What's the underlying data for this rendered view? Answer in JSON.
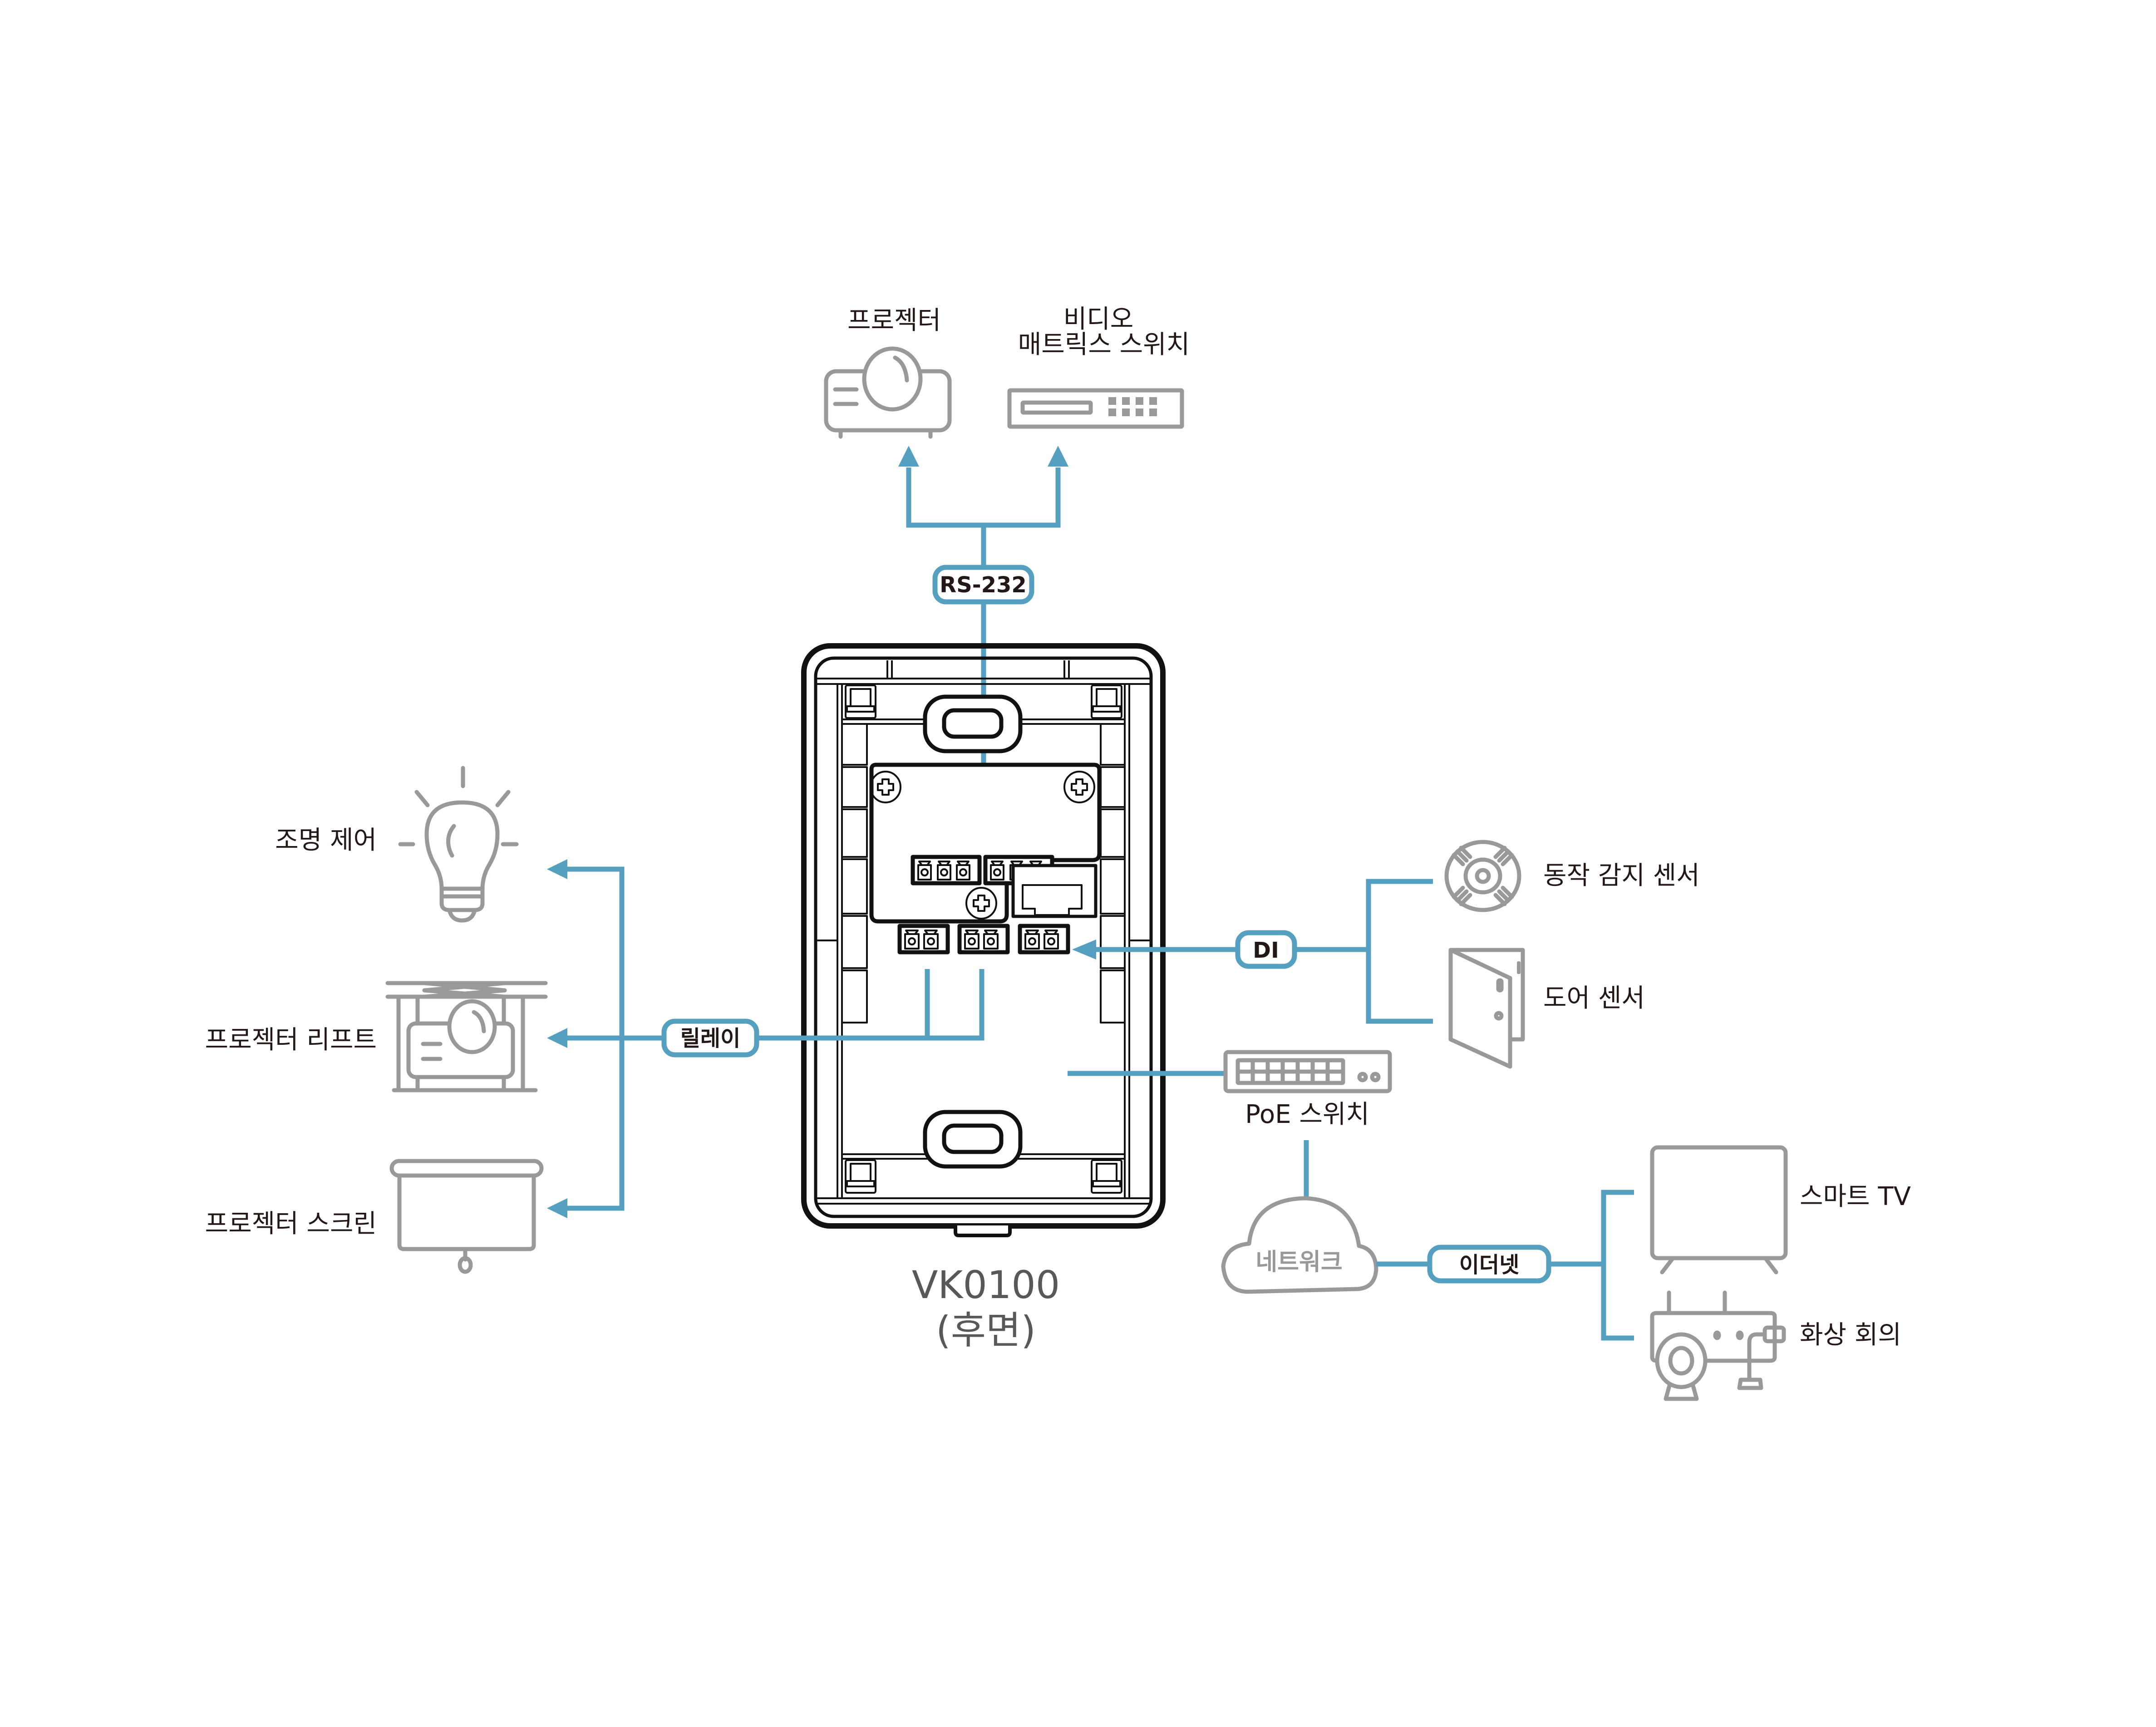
{
  "colors": {
    "connection": "#559fc0",
    "icon": "#999999",
    "text": "#231815",
    "model_text": "#595757",
    "device_outline": "#111111"
  },
  "device": {
    "model": "VK0100",
    "view": "(후면)"
  },
  "connections": {
    "rs232": "RS-232",
    "relay": "릴레이",
    "di": "DI",
    "ethernet": "이더넷"
  },
  "top_devices": [
    {
      "label": "프로젝터",
      "icon": "projector-icon"
    },
    {
      "label_line1": "비디오",
      "label_line2": "매트릭스 스위치",
      "icon": "matrix-switch-icon"
    }
  ],
  "relay_devices": [
    {
      "label": "조명 제어",
      "icon": "light-bulb-icon"
    },
    {
      "label": "프로젝터 리프트",
      "icon": "projector-lift-icon"
    },
    {
      "label": "프로젝터 스크린",
      "icon": "projector-screen-icon"
    }
  ],
  "di_devices": [
    {
      "label": "동작 감지 센서",
      "icon": "motion-sensor-icon"
    },
    {
      "label": "도어 센서",
      "icon": "door-sensor-icon"
    }
  ],
  "network": {
    "poe_switch": "PoE 스위치",
    "cloud": "네트워크"
  },
  "ethernet_devices": [
    {
      "label": "스마트 TV",
      "icon": "smart-tv-icon"
    },
    {
      "label": "화상 회의",
      "icon": "video-conference-icon"
    }
  ]
}
